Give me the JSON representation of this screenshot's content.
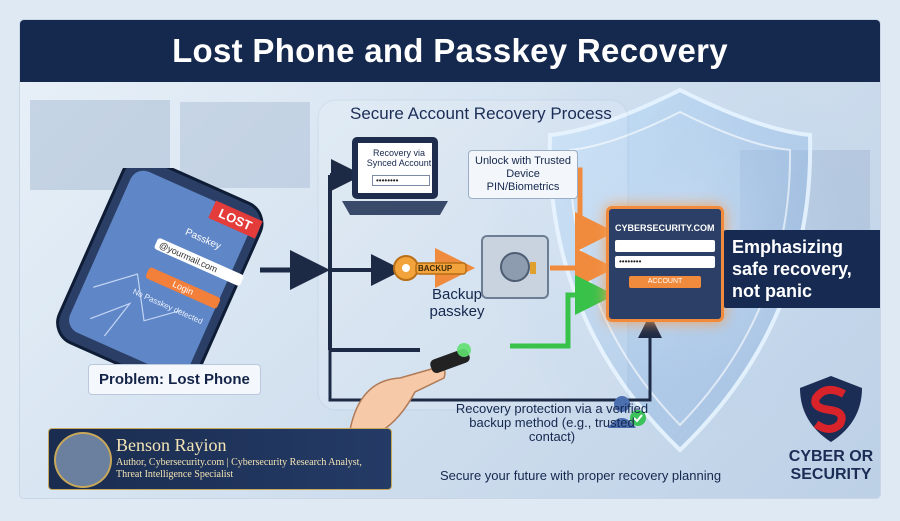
{
  "header": {
    "title": "Lost Phone and Passkey Recovery"
  },
  "process": {
    "title": "Secure Account Recovery Process",
    "laptop_label": "Recovery via Synced Account",
    "laptop_password_mask": "••••••••",
    "unlock_label": "Unlock with Trusted Device PIN/Biometrics",
    "backup_key_tag": "BACKUP",
    "backup_passkey_label": "Backup passkey",
    "protection_text": "Recovery protection via a verified backup method (e.g., trusted contact)"
  },
  "phone": {
    "lost_badge": "LOST",
    "passkey_label": "Passkey",
    "email_placeholder": "@yourmail.com",
    "login_label": "Login",
    "hint": "No Passkey detected"
  },
  "problem_label": "Problem: Lost Phone",
  "site": {
    "name": "CYBERSECURITY.COM",
    "password_mask": "••••••••",
    "button_label": "ACCOUNT"
  },
  "emphasis": "Emphasizing safe recovery, not panic",
  "author": {
    "name": "Benson Rayion",
    "role": "Author, Cybersecurity.com | Cybersecurity Research Analyst, Threat Intelligence Specialist"
  },
  "footer": "Secure your future with proper recovery planning",
  "brand": {
    "line1": "CYBER OR",
    "line2": "SECURITY"
  },
  "colors": {
    "header_bg": "#15284e",
    "arrow_orange": "#f08a3c",
    "arrow_green": "#39c24a",
    "arrow_dark": "#1d2a45",
    "brand_red": "#d8232a",
    "brand_navy": "#1b2c55"
  },
  "icons": [
    "phone-icon",
    "laptop-icon",
    "key-icon",
    "safe-icon",
    "usb-security-key-icon",
    "shield-icon",
    "user-check-icon",
    "brand-logo-icon"
  ]
}
